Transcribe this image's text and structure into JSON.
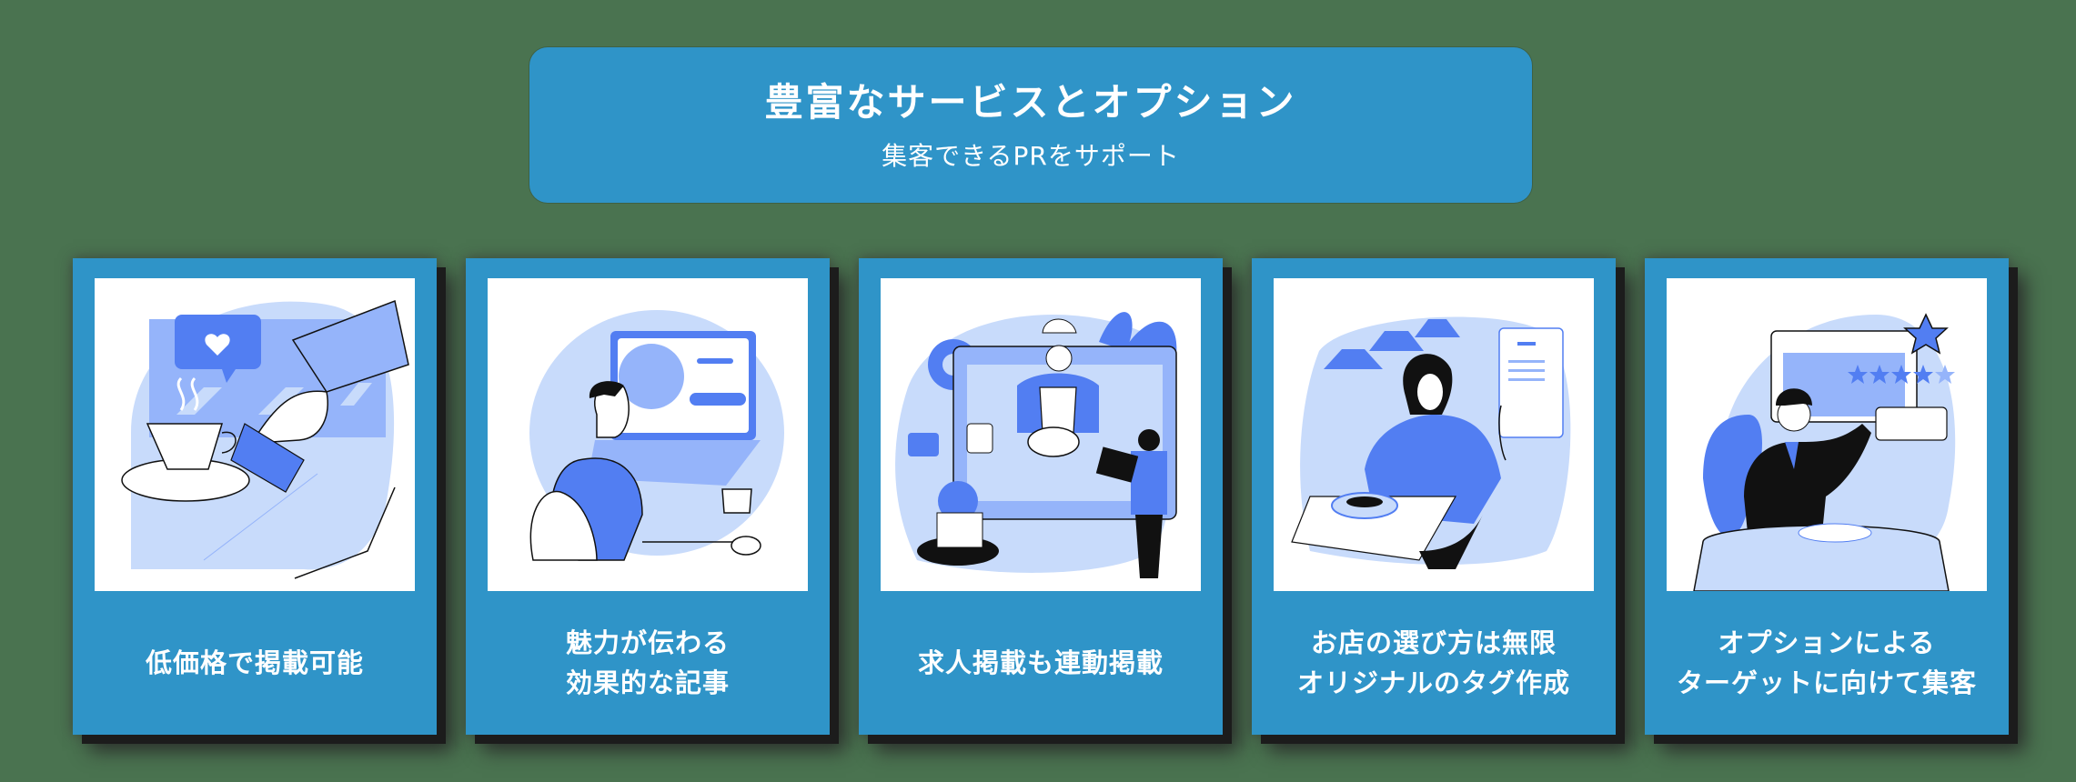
{
  "header": {
    "title": "豊富なサービスとオプション",
    "subtitle": "集客できるPRをサポート"
  },
  "colors": {
    "background": "#4a7350",
    "panel": "#2f94c8",
    "accent": "#527ef2",
    "light_accent": "#c8dbfb",
    "mid_accent": "#95b4fa"
  },
  "cards": [
    {
      "illustration": "coffee-payment-illustration",
      "lines": [
        "低価格で掲載可能"
      ]
    },
    {
      "illustration": "laptop-article-illustration",
      "lines": [
        "魅力が伝わる",
        "効果的な記事"
      ]
    },
    {
      "illustration": "chef-video-recruit-illustration",
      "lines": [
        "求人掲載も連動掲載"
      ]
    },
    {
      "illustration": "restaurant-menu-illustration",
      "lines": [
        "お店の選び方は無限",
        "オリジナルのタグ作成"
      ]
    },
    {
      "illustration": "rating-dinner-illustration",
      "lines": [
        "オプションによる",
        "ターゲットに向けて集客"
      ]
    }
  ]
}
